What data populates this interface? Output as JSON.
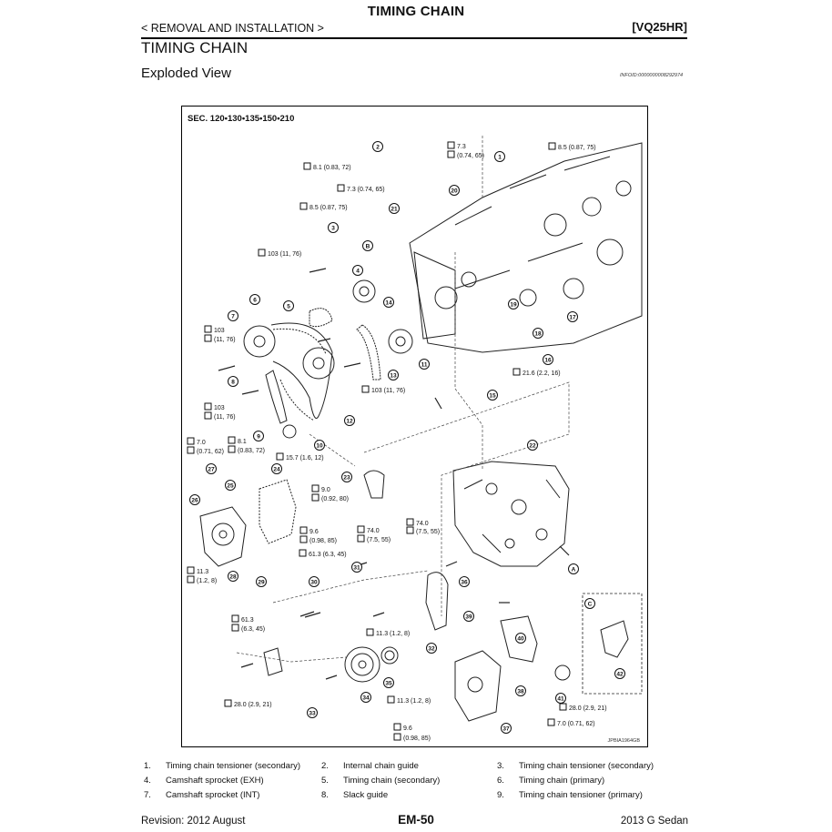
{
  "header": {
    "title": "TIMING CHAIN",
    "section": "< REMOVAL AND INSTALLATION >",
    "engine": "[VQ25HR]"
  },
  "page": {
    "section_title": "TIMING CHAIN",
    "subtitle": "Exploded View",
    "info_id": "INFOID:0000000008292974"
  },
  "figure": {
    "sec_label": "SEC. 120•130•135•150•210",
    "figure_code": "JPBIA1964GB",
    "torques": [
      "8.5 (0.87, 75)",
      "7.3",
      "(0.74, 65)",
      "8.1 (0.83, 72)",
      "7.3 (0.74, 65)",
      "8.5 (0.87, 75)",
      "103 (11, 76)",
      "103",
      "(11, 76)",
      "103 (11, 76)",
      "21.6 (2.2, 16)",
      "103",
      "(11, 76)",
      "8.1",
      "(0.83, 72)",
      "7.0",
      "(0.71, 62)",
      "15.7 (1.6, 12)",
      "9.0",
      "(0.92, 80)",
      "74.0",
      "(7.5, 55)",
      "9.6",
      "(0.98, 85)",
      "74.0",
      "(7.5, 55)",
      "61.3 (6.3, 45)",
      "11.3",
      "(1.2, 8)",
      "61.3",
      "(6.3, 45)",
      "11.3 (1.2, 8)",
      "28.0 (2.9, 21)",
      "11.3 (1.2, 8)",
      "28.0 (2.9, 21)",
      "7.0 (0.71, 62)",
      "9.6",
      "(0.98, 85)"
    ],
    "callouts": [
      "1",
      "2",
      "3",
      "4",
      "5",
      "6",
      "7",
      "8",
      "9",
      "10",
      "11",
      "12",
      "13",
      "14",
      "15",
      "16",
      "17",
      "18",
      "19",
      "20",
      "21",
      "22",
      "23",
      "24",
      "25",
      "26",
      "27",
      "28",
      "29",
      "30",
      "31",
      "32",
      "33",
      "34",
      "35",
      "36",
      "37",
      "38",
      "39",
      "40",
      "41",
      "42"
    ],
    "view_labels": [
      "A",
      "B",
      "C"
    ]
  },
  "legend": [
    {
      "num": "1.",
      "label": "Timing chain tensioner (secondary)"
    },
    {
      "num": "2.",
      "label": "Internal chain guide"
    },
    {
      "num": "3.",
      "label": "Timing chain tensioner (secondary)"
    },
    {
      "num": "4.",
      "label": "Camshaft sprocket (EXH)"
    },
    {
      "num": "5.",
      "label": "Timing chain (secondary)"
    },
    {
      "num": "6.",
      "label": "Timing chain (primary)"
    },
    {
      "num": "7.",
      "label": "Camshaft sprocket (INT)"
    },
    {
      "num": "8.",
      "label": "Slack guide"
    },
    {
      "num": "9.",
      "label": "Timing chain tensioner (primary)"
    }
  ],
  "footer": {
    "revision": "Revision: 2012 August",
    "page_number": "EM-50",
    "model": "2013 G Sedan"
  }
}
